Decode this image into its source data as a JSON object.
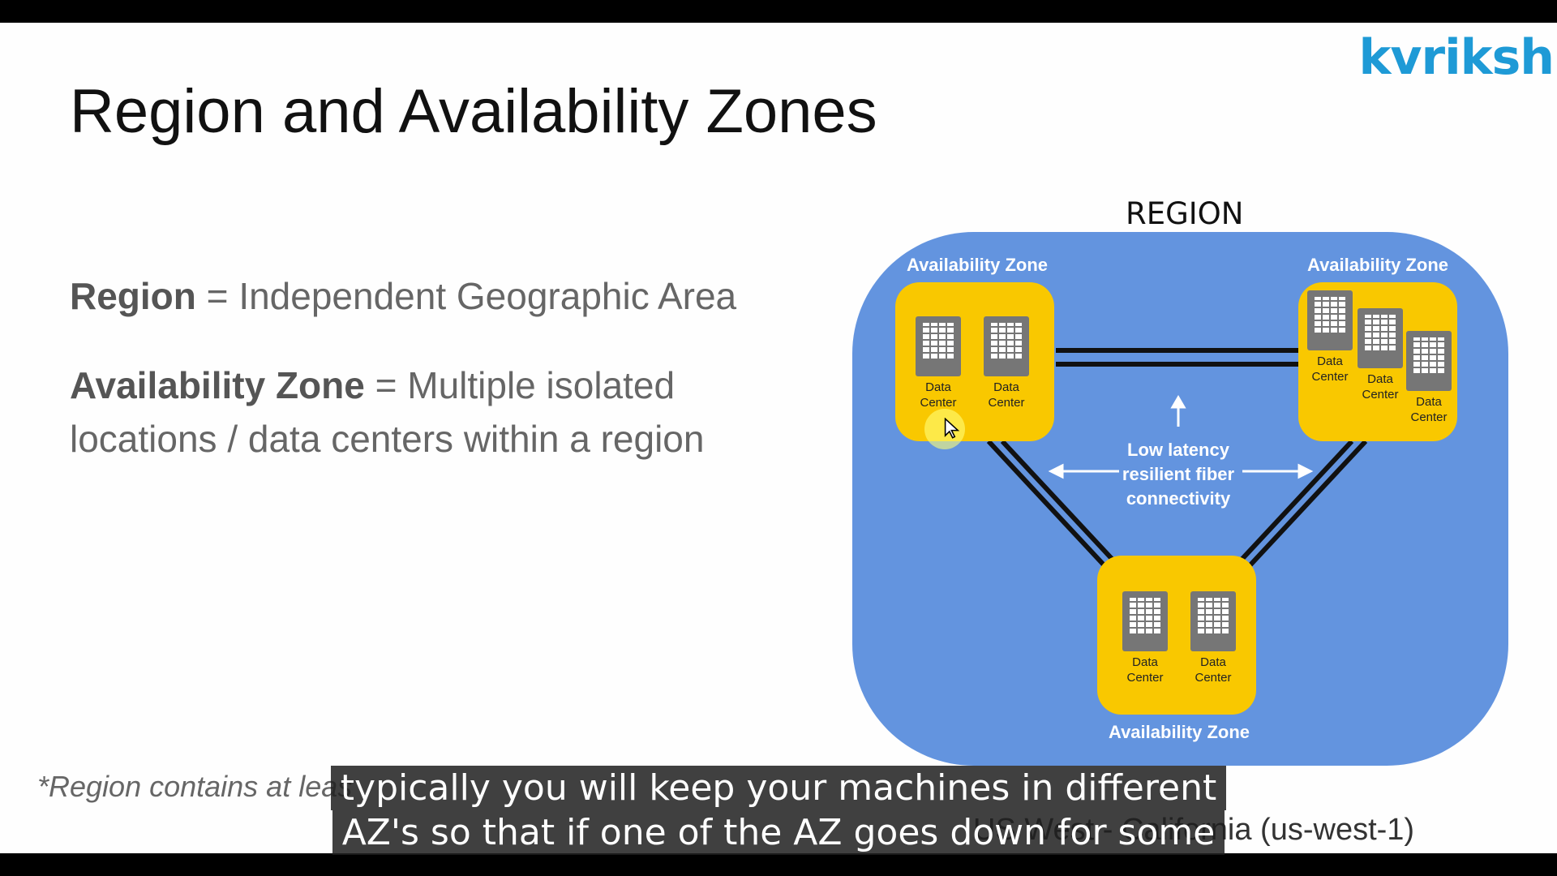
{
  "logo": "kvriksh",
  "slide_title": "Region and Availability Zones",
  "bullets": [
    {
      "term": "Region",
      "definition": " = Independent Geographic Area"
    },
    {
      "term": "Availability Zone",
      "definition": " = Multiple isolated locations / data centers within a region"
    }
  ],
  "footnote": "*Region contains at leas",
  "diagram": {
    "region_label": "REGION",
    "zones": [
      {
        "label": "Availability Zone",
        "data_centers": [
          "Data Center",
          "Data Center"
        ]
      },
      {
        "label": "Availability Zone",
        "data_centers": [
          "Data Center",
          "Data Center",
          "Data Center"
        ]
      },
      {
        "label": "Availability Zone",
        "data_centers": [
          "Data Center",
          "Data Center"
        ]
      }
    ],
    "connectivity": "Low latency resilient fiber connectivity",
    "region_name": "US West - California (us-west-1)"
  },
  "caption": {
    "line1": "typically you will keep your machines in different",
    "line2": "AZ's so that if one of the AZ goes down for some"
  },
  "colors": {
    "region": "#6394df",
    "zone": "#f9c800",
    "logo": "#1e9ad6"
  },
  "icons": [
    "server-building-icon",
    "mouse-cursor-icon"
  ]
}
